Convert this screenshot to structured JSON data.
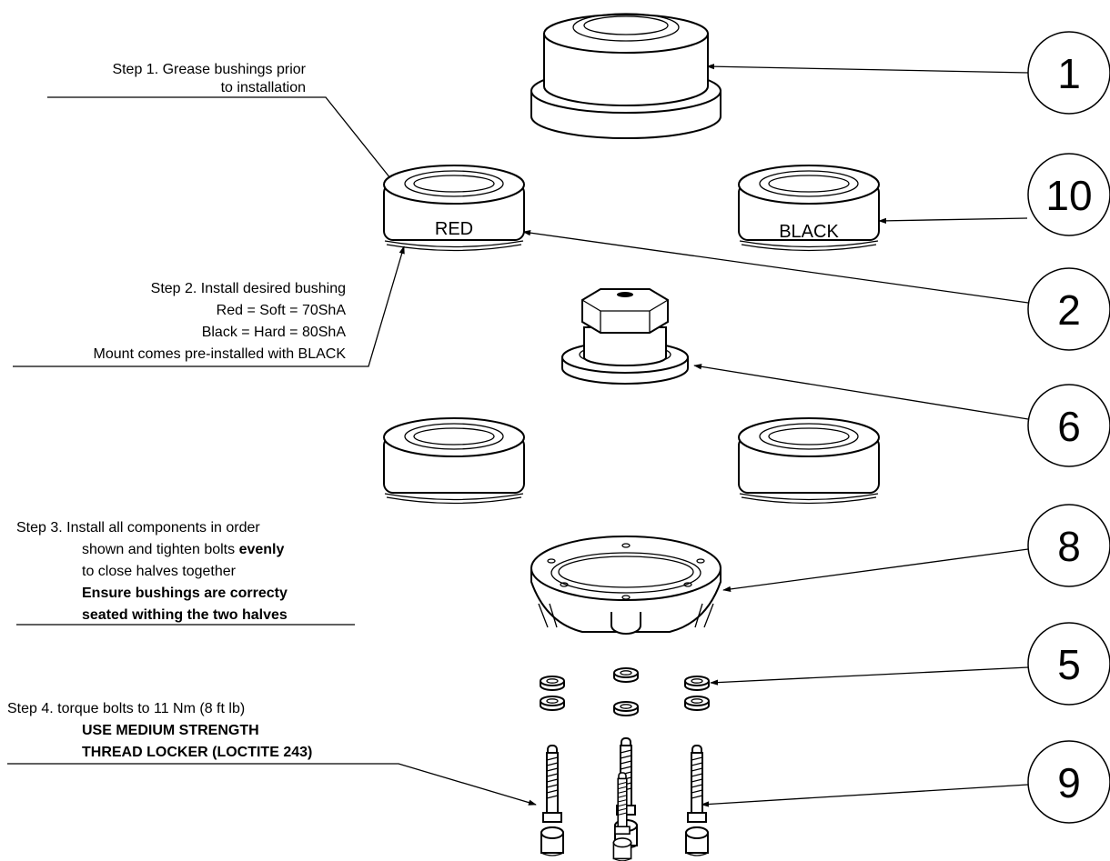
{
  "steps": {
    "step1": {
      "line1": "Step 1. Grease bushings prior",
      "line2": "to installation"
    },
    "step2": {
      "line1": "Step 2. Install desired bushing",
      "line2": "Red = Soft = 70ShA",
      "line3": "Black = Hard = 80ShA",
      "line4": "Mount comes pre-installed with BLACK"
    },
    "step3": {
      "line1": "Step 3. Install all components in order",
      "line2": "shown and tighten bolts ",
      "line2_bold": "evenly",
      "line3": "to close halves together",
      "line4": "Ensure bushings are correcty",
      "line5": "seated withing the two halves"
    },
    "step4": {
      "line1": "Step 4. torque bolts to 11 Nm (8 ft lb)",
      "line2": "USE MEDIUM STRENGTH",
      "line3": "THREAD LOCKER (LOCTITE 243)"
    }
  },
  "part_labels": {
    "red_bushing": "RED",
    "black_bushing": "BLACK"
  },
  "balloons": [
    "1",
    "10",
    "2",
    "6",
    "8",
    "5",
    "9"
  ],
  "icons": [
    "housing-top",
    "bushing",
    "hex-stud",
    "housing-bottom",
    "washer",
    "bolt"
  ]
}
